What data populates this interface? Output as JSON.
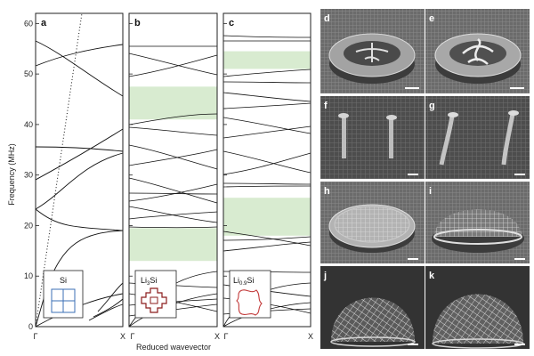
{
  "chart_data": [
    {
      "type": "line",
      "panel": "a",
      "ylabel": "Frequency (MHz)",
      "ylim": [
        0,
        62
      ],
      "yticks": [
        0,
        10,
        20,
        30,
        40,
        50,
        60
      ],
      "xticks": [
        "Γ",
        "X"
      ],
      "inset": {
        "material": "Si"
      },
      "band_gaps": []
    },
    {
      "type": "line",
      "panel": "b",
      "ylim": [
        0,
        62
      ],
      "xticks": [
        "Γ",
        "X"
      ],
      "inset": {
        "material": "Li3Si",
        "sub": "3"
      },
      "band_gaps": [
        [
          13,
          19.5
        ],
        [
          41,
          47.5
        ]
      ]
    },
    {
      "type": "line",
      "panel": "c",
      "ylim": [
        0,
        62
      ],
      "xticks": [
        "Γ",
        "X"
      ],
      "inset": {
        "material": "Li0.9Si",
        "sub": "0.9"
      },
      "band_gaps": [
        [
          18,
          25.5
        ],
        [
          51,
          54.5
        ]
      ]
    }
  ],
  "shared": {
    "xlabel": "Reduced wavevector",
    "gap_color": "#d8ebd0"
  },
  "micrographs": [
    "d",
    "e",
    "f",
    "g",
    "h",
    "i",
    "j",
    "k"
  ],
  "colors": {
    "line": "#111111",
    "frame": "#222222",
    "inset_si": "#3b6fb6",
    "inset_li": "#b03030"
  }
}
